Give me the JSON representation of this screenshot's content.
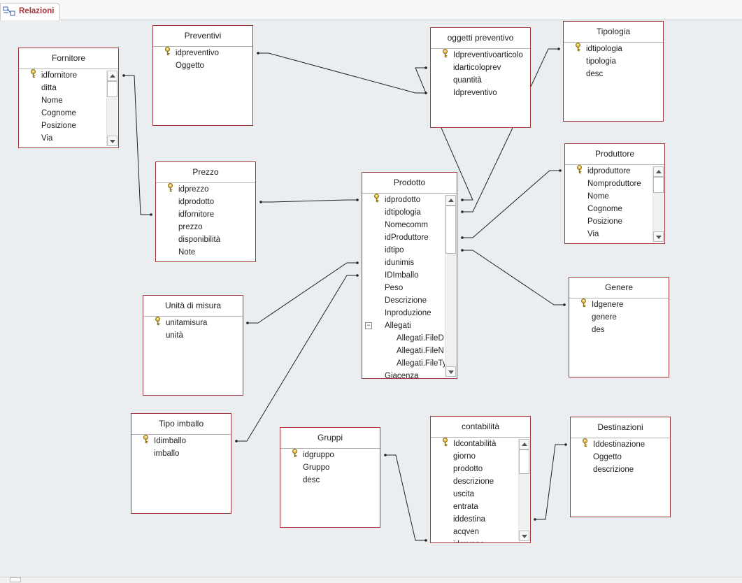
{
  "tab": {
    "label": "Relazioni",
    "icon": "relationships-icon"
  },
  "tables": [
    {
      "id": "fornitore",
      "name": "Fornitore",
      "fields": [
        {
          "name": "idfornitore",
          "key": true
        },
        {
          "name": "ditta"
        },
        {
          "name": "Nome"
        },
        {
          "name": "Cognome"
        },
        {
          "name": "Posizione"
        },
        {
          "name": "Via"
        }
      ],
      "scroll": true
    },
    {
      "id": "preventivi",
      "name": "Preventivi",
      "fields": [
        {
          "name": "idpreventivo",
          "key": true
        },
        {
          "name": "Oggetto"
        }
      ]
    },
    {
      "id": "oggetti_preventivo",
      "name": "oggetti preventivo",
      "fields": [
        {
          "name": "Idpreventivoarticolo",
          "key": true
        },
        {
          "name": "idarticoloprev"
        },
        {
          "name": "quantità"
        },
        {
          "name": "Idpreventivo"
        }
      ]
    },
    {
      "id": "tipologia",
      "name": "Tipologia",
      "fields": [
        {
          "name": "idtipologia",
          "key": true
        },
        {
          "name": "tipologia"
        },
        {
          "name": "desc"
        }
      ]
    },
    {
      "id": "prezzo",
      "name": "Prezzo",
      "fields": [
        {
          "name": "idprezzo",
          "key": true
        },
        {
          "name": "idprodotto"
        },
        {
          "name": "idfornitore"
        },
        {
          "name": "prezzo"
        },
        {
          "name": "disponibilità"
        },
        {
          "name": "Note"
        }
      ]
    },
    {
      "id": "prodotto",
      "name": "Prodotto",
      "fields": [
        {
          "name": "idprodotto",
          "key": true
        },
        {
          "name": "idtipologia"
        },
        {
          "name": "Nomecomm"
        },
        {
          "name": "idProduttore"
        },
        {
          "name": "idtipo"
        },
        {
          "name": "idunimis"
        },
        {
          "name": "IDImballo"
        },
        {
          "name": "Peso"
        },
        {
          "name": "Descrizione"
        },
        {
          "name": "Inproduzione"
        },
        {
          "name": "Allegati",
          "expander": "−"
        },
        {
          "name": "Allegati.FileD",
          "sub": true
        },
        {
          "name": "Allegati.FileN",
          "sub": true
        },
        {
          "name": "Allegati.FileTy",
          "sub": true
        },
        {
          "name": "Giacenza"
        }
      ],
      "scroll": true
    },
    {
      "id": "produttore",
      "name": "Produttore",
      "fields": [
        {
          "name": "idproduttore",
          "key": true
        },
        {
          "name": "Nomproduttore"
        },
        {
          "name": "Nome"
        },
        {
          "name": "Cognome"
        },
        {
          "name": "Posizione"
        },
        {
          "name": "Via"
        }
      ],
      "scroll": true
    },
    {
      "id": "genere",
      "name": "Genere",
      "fields": [
        {
          "name": "Idgenere",
          "key": true
        },
        {
          "name": "genere"
        },
        {
          "name": "des"
        }
      ]
    },
    {
      "id": "unita_misura",
      "name": "Unità di misura",
      "fields": [
        {
          "name": "unitamisura",
          "key": true
        },
        {
          "name": "unità"
        }
      ]
    },
    {
      "id": "tipo_imballo",
      "name": "Tipo imballo",
      "fields": [
        {
          "name": "Idimballo",
          "key": true
        },
        {
          "name": "imballo"
        }
      ]
    },
    {
      "id": "gruppi",
      "name": "Gruppi",
      "fields": [
        {
          "name": "idgruppo",
          "key": true
        },
        {
          "name": "Gruppo"
        },
        {
          "name": "desc"
        }
      ]
    },
    {
      "id": "contabilita",
      "name": "contabilità",
      "fields": [
        {
          "name": "Idcontabilità",
          "key": true
        },
        {
          "name": "giorno"
        },
        {
          "name": "prodotto"
        },
        {
          "name": "descrizione"
        },
        {
          "name": "uscita"
        },
        {
          "name": "entrata"
        },
        {
          "name": "iddestina"
        },
        {
          "name": "acqven"
        },
        {
          "name": "idgruppo"
        }
      ],
      "scroll": true
    },
    {
      "id": "destinazioni",
      "name": "Destinazioni",
      "fields": [
        {
          "name": "Iddestinazione",
          "key": true
        },
        {
          "name": "Oggetto"
        },
        {
          "name": "descrizione"
        }
      ]
    }
  ],
  "colors": {
    "table_border": "#a4373a",
    "tab_text": "#a4373a",
    "line": "#222222",
    "key_icon": "#c9a227"
  },
  "key_icon": "primary-key-icon"
}
